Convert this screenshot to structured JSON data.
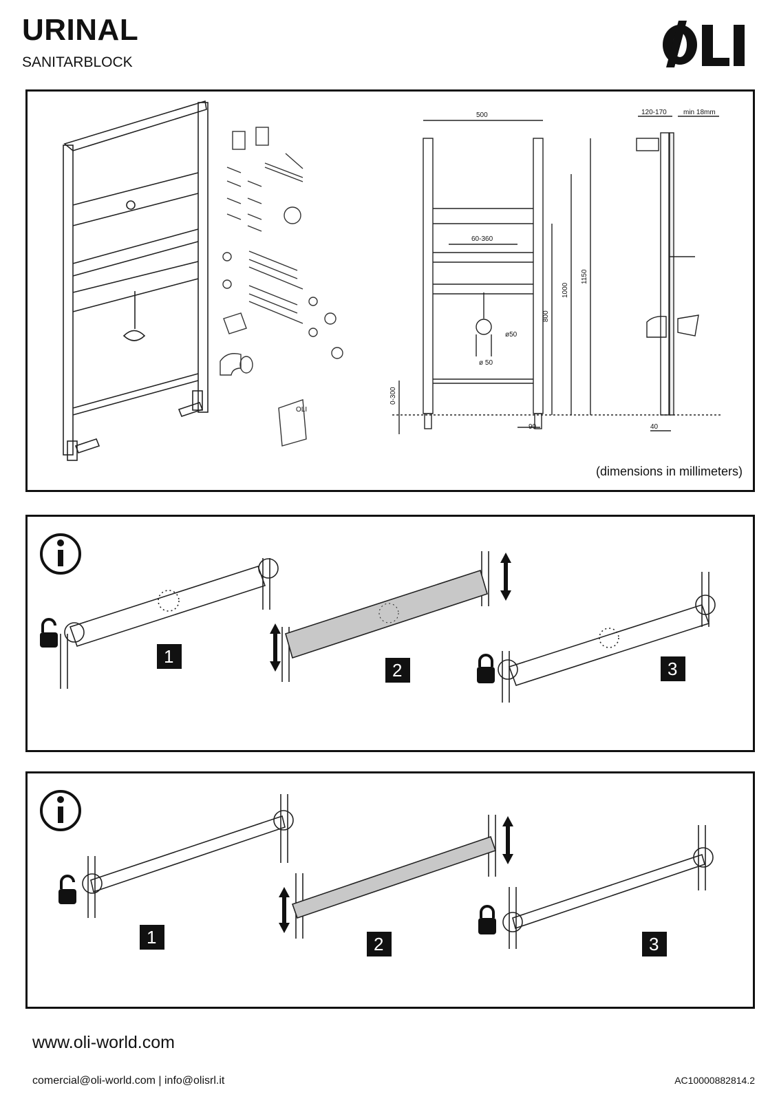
{
  "header": {
    "title": "URINAL",
    "subtitle": "SANITARBLOCK",
    "logo_text": "OLI"
  },
  "overview": {
    "note": "(dimensions in millimeters)",
    "dimensions": {
      "width": "500",
      "depth_range": "120-170",
      "min_wall": "min 18mm",
      "bracket_range": "60-360",
      "pipe_diameter": "ø50",
      "pipe_diameter_small": "ø 50",
      "leg_adjust": "0-300",
      "height_800": "800",
      "height_1000": "1000",
      "height_1150": "1150",
      "foot_width": "90",
      "offset": "40"
    },
    "manual_label": "OLI"
  },
  "instructions_1": {
    "info_icon": "info-icon",
    "steps": [
      "1",
      "2",
      "3"
    ]
  },
  "instructions_2": {
    "info_icon": "info-icon",
    "steps": [
      "1",
      "2",
      "3"
    ]
  },
  "footer": {
    "website": "www.oli-world.com",
    "contact": "comercial@oli-world.com | info@olisrl.it",
    "code": "AC10000882814.2"
  }
}
